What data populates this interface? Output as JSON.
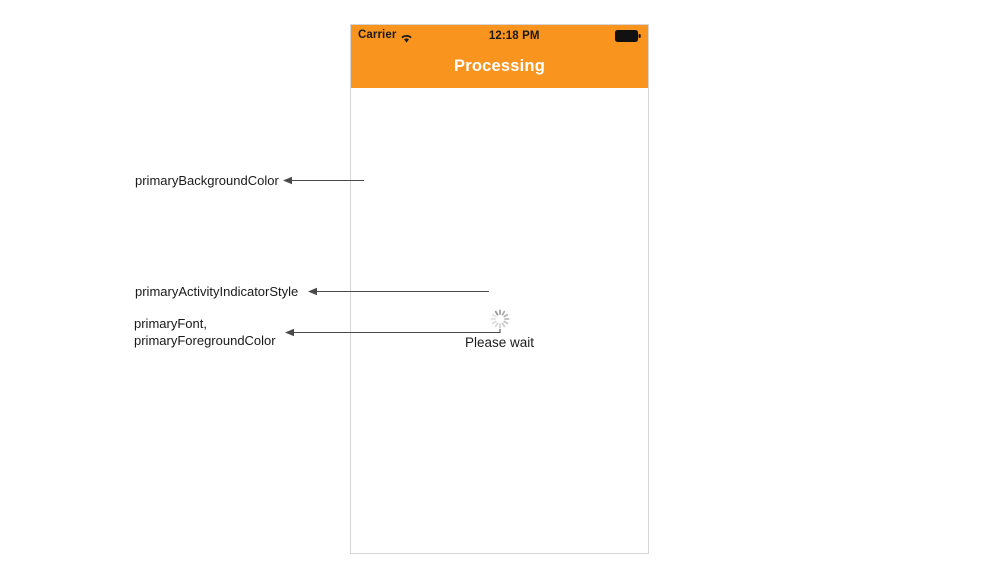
{
  "phone": {
    "status_bar": {
      "carrier": "Carrier",
      "wifi_icon": "wifi-icon",
      "time": "12:18 PM",
      "battery_icon": "battery-full-icon"
    },
    "nav": {
      "title": "Processing",
      "background_color": "#f9941f",
      "title_color": "#ffffff"
    },
    "content": {
      "activity_indicator": "spinner-icon",
      "activity_indicator_color": "#c8c8c8",
      "status_text": "Please wait",
      "status_text_color": "#1c1c1c",
      "background_color": "#ffffff"
    }
  },
  "annotations": [
    {
      "id": "primary-background-color",
      "label": "primaryBackgroundColor"
    },
    {
      "id": "primary-activity-indicator-style",
      "label": "primaryActivityIndicatorStyle"
    },
    {
      "id": "primary-font-foreground-color",
      "label": "primaryFont,\nprimaryForegroundColor"
    }
  ],
  "colors": {
    "accent_orange": "#f9941f",
    "annotation_line": "#4a4a4a",
    "frame_border": "#d6d6d6",
    "page_background": "#ffffff"
  }
}
